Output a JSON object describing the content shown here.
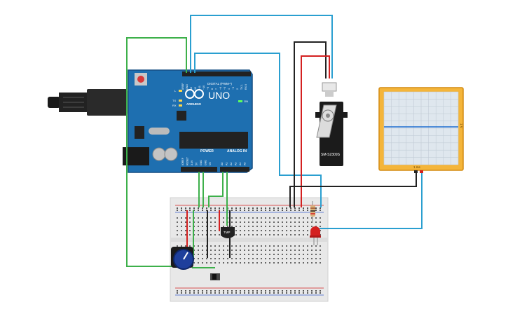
{
  "arduino": {
    "logo_text": "UNO",
    "brand": "ARDUINO",
    "digital_header": "DIGITAL (PWM~)",
    "power_label": "POWER",
    "analog_label": "ANALOG IN",
    "pins_top": [
      "AREF",
      "GND",
      "13",
      "12",
      "~11",
      "~10",
      "~9",
      "8",
      "7",
      "~6",
      "~5",
      "4",
      "~3",
      "2",
      "TX 1",
      "RX 0"
    ],
    "pins_power": [
      "IOREF",
      "RESET",
      "3.3V",
      "5V",
      "GND",
      "GND",
      "Vin"
    ],
    "pins_analog": [
      "A0",
      "A1",
      "A2",
      "A3",
      "A4",
      "A5"
    ],
    "led_labels": [
      "L",
      "TX",
      "RX"
    ],
    "on_label": "ON"
  },
  "servo": {
    "label": "SM-S2309S"
  },
  "sensor": {
    "label": "TMP"
  },
  "scope": {
    "scale_bottom": "1 ms",
    "scale_right": "1 V"
  },
  "colors": {
    "board": "#1e6fb0",
    "board_dark": "#174f82",
    "wire_green": "#3db04a",
    "wire_blue": "#2a9fd0",
    "wire_red": "#d42020",
    "wire_black": "#222222",
    "scope_frame": "#f4b53a",
    "scope_screen": "#dfe7ee",
    "breadboard": "#e8e8e8"
  }
}
